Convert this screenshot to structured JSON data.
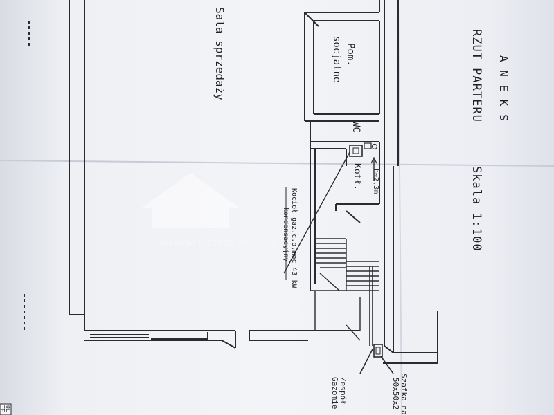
{
  "plan": {
    "title": "A N E K S",
    "subtitle": "RZUT PARTERU",
    "scale": "Skala 1:100",
    "rooms": {
      "sales_hall": "Sala  sprzedaży",
      "social_line1": "Pom.",
      "social_line2": "socjalne",
      "wc": "WC",
      "boiler_room": "Kotł."
    },
    "annotations": {
      "height": "h~2,3m",
      "boiler_line1": "Kocioł gaz.c.o.moc 43 kW",
      "boiler_line2": "kondensacyjny",
      "cabinet_line1": "Szafka na",
      "cabinet_line2": "50x50x2",
      "meter_line1": "Zespół",
      "meter_line2": "Gazomie"
    },
    "watermark": "AD-NOM NIERUCHOMOŚCI",
    "edge_label_top": "OL",
    "edge_label_bottom": "TE"
  }
}
